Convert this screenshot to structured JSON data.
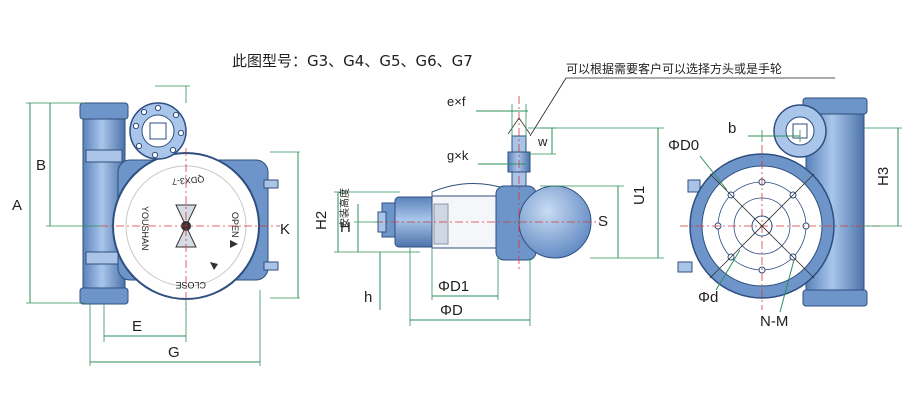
{
  "title": "此图型号：G3、G4、G5、G6、G7",
  "note": "可以根据需要客户可以选择方头或是手轮",
  "install_height_label": "安装高度",
  "face_text": {
    "model": "QDX3-7",
    "brand": "YOUSHAN",
    "open": "OPEN",
    "close": "CLOSE"
  },
  "dimensions": {
    "A": "A",
    "B": "B",
    "E": "E",
    "G": "G",
    "K": "K",
    "H2": "H2",
    "H": "H",
    "h": "h",
    "S": "S",
    "U1": "U1",
    "W": "w",
    "exf": "e×f",
    "gxk": "g×k",
    "D1": "ΦD1",
    "D": "ΦD",
    "b": "b",
    "D0": "ΦD0",
    "H3": "H3",
    "d": "Φd",
    "NM": "N-M"
  }
}
